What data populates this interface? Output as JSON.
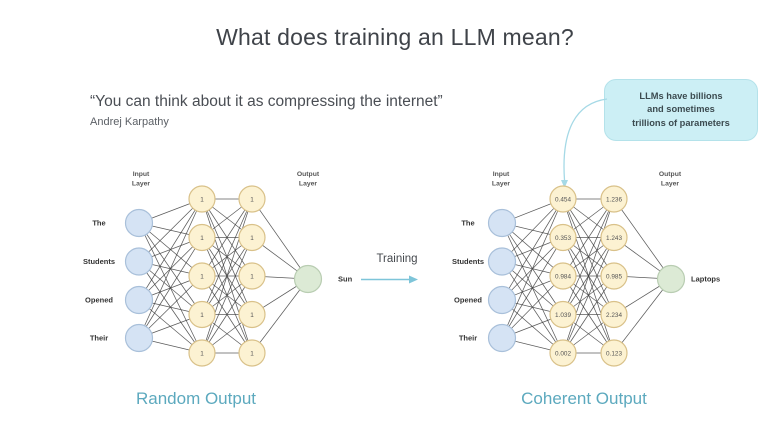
{
  "slide": {
    "title": "What does training an LLM mean?",
    "quote": "“You can think about it as compressing the internet”",
    "quote_author": "Andrej Karpathy",
    "callout_text": "LLMs have billions\nand sometimes\ntrillions of parameters",
    "training_label": "Training",
    "left_caption": "Random Output",
    "right_caption": "Coherent Output"
  },
  "colors": {
    "title_text": "#3f4349",
    "teal_caption": "#5ca9be",
    "callout_bg": "#cceff5",
    "training_arrow": "#7ec5d9",
    "callout_arrow": "#a5d9e6",
    "input_node_fill": "#d5e3f4",
    "input_node_stroke": "#a9c0da",
    "hidden_node_fill": "#fcf2d2",
    "hidden_node_stroke": "#d9c189",
    "output_node_fill": "#dcead5",
    "output_node_stroke": "#b9cdb2",
    "edge": "#3f3f3f"
  },
  "networks": [
    {
      "name": "random",
      "input_layer_caption": [
        "Input",
        "Layer"
      ],
      "output_layer_caption": [
        "Output",
        "Layer"
      ],
      "inputs": [
        "The",
        "Students",
        "Opened",
        "Their"
      ],
      "hidden1": [
        "1",
        "1",
        "1",
        "1",
        "1"
      ],
      "hidden2": [
        "1",
        "1",
        "1",
        "1",
        "1"
      ],
      "output_word": "Sun"
    },
    {
      "name": "coherent",
      "input_layer_caption": [
        "Input",
        "Layer"
      ],
      "output_layer_caption": [
        "Output",
        "Layer"
      ],
      "inputs": [
        "The",
        "Students",
        "Opened",
        "Their"
      ],
      "hidden1": [
        "0.454",
        "0.353",
        "0.984",
        "1.039",
        "0.002"
      ],
      "hidden2": [
        "1.236",
        "1.243",
        "0.985",
        "2.234",
        "0.123"
      ],
      "output_word": "Laptops"
    }
  ]
}
